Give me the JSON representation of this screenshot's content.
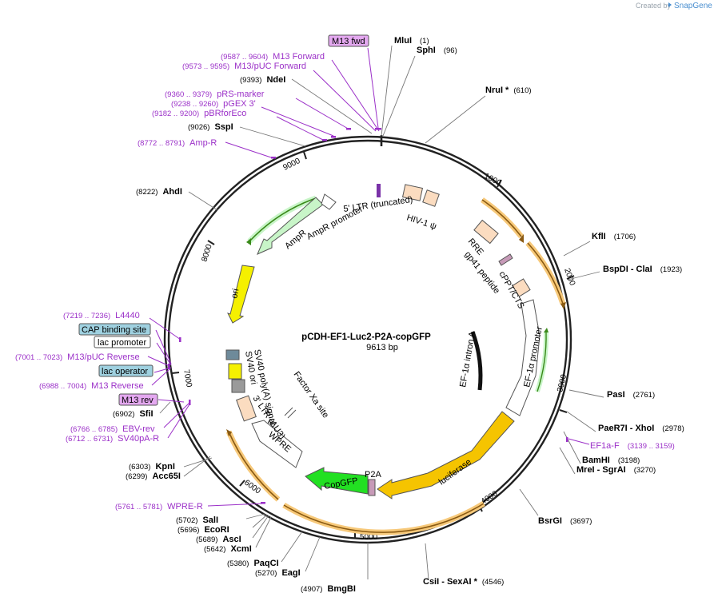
{
  "credit": {
    "label": "Created by",
    "brand": "SnapGene"
  },
  "plasmid": {
    "name": "pCDH-EF1-Luc2-P2A-copGFP",
    "length_label": "9613 bp"
  },
  "ticks": [
    "1000",
    "2000",
    "3000",
    "4000",
    "5000",
    "6000",
    "7000",
    "8000",
    "9000"
  ],
  "sites": [
    {
      "name": "MluI",
      "pos": "(1)"
    },
    {
      "name": "SphI",
      "pos": "(96)"
    },
    {
      "name": "NruI *",
      "pos": "(610)"
    },
    {
      "name": "KflI",
      "pos": "(1706)"
    },
    {
      "name": "BspDI  - ClaI",
      "pos": "(1923)"
    },
    {
      "name": "PasI",
      "pos": "(2761)"
    },
    {
      "name": "PaeR7I  - XhoI",
      "pos": "(2978)"
    },
    {
      "name": "BamHI",
      "pos": "(3198)"
    },
    {
      "name": "MreI  - SgrAI",
      "pos": "(3270)"
    },
    {
      "name": "BsrGI",
      "pos": "(3697)"
    },
    {
      "name": "CsiI  - SexAI *",
      "pos": "(4546)"
    },
    {
      "name": "BmgBI",
      "pos": "(4907)"
    },
    {
      "name": "EagI",
      "pos": "(5270)"
    },
    {
      "name": "PaqCI",
      "pos": "(5380)"
    },
    {
      "name": "XcmI",
      "pos": "(5642)"
    },
    {
      "name": "AscI",
      "pos": "(5689)"
    },
    {
      "name": "EcoRI",
      "pos": "(5696)"
    },
    {
      "name": "SalI",
      "pos": "(5702)"
    },
    {
      "name": "Acc65I",
      "pos": "(6299)"
    },
    {
      "name": "KpnI",
      "pos": "(6303)"
    },
    {
      "name": "SfiI",
      "pos": "(6902)"
    },
    {
      "name": "AhdI",
      "pos": "(8222)"
    },
    {
      "name": "SspI",
      "pos": "(9026)"
    },
    {
      "name": "NdeI",
      "pos": "(9393)"
    }
  ],
  "primers": [
    {
      "name": "M13 Forward",
      "pos": "(9587 .. 9604)"
    },
    {
      "name": "M13/pUC Forward",
      "pos": "(9573 .. 9595)"
    },
    {
      "name": "pRS-marker",
      "pos": "(9360 .. 9379)"
    },
    {
      "name": "pGEX 3'",
      "pos": "(9238 .. 9260)"
    },
    {
      "name": "pBRforEco",
      "pos": "(9182 .. 9200)"
    },
    {
      "name": "Amp-R",
      "pos": "(8772 .. 8791)"
    },
    {
      "name": "L4440",
      "pos": "(7219 .. 7236)"
    },
    {
      "name": "M13/pUC Reverse",
      "pos": "(7001 .. 7023)"
    },
    {
      "name": "M13 Reverse",
      "pos": "(6988 .. 7004)"
    },
    {
      "name": "EBV-rev",
      "pos": "(6766 .. 6785)"
    },
    {
      "name": "SV40pA-R",
      "pos": "(6712 .. 6731)"
    },
    {
      "name": "WPRE-R",
      "pos": "(5761 .. 5781)"
    },
    {
      "name": "EF1a-F",
      "pos": "(3139 .. 3159)"
    }
  ],
  "boxed": [
    {
      "name": "M13 fwd",
      "color": "#e4a8f0"
    },
    {
      "name": "CAP binding site",
      "color": "#9fd1e0"
    },
    {
      "name": "lac promoter",
      "color": "#ffffff"
    },
    {
      "name": "lac operator",
      "color": "#9fd1e0"
    },
    {
      "name": "M13 rev",
      "color": "#e4a8f0"
    }
  ],
  "features": [
    {
      "name": "5' LTR (truncated)"
    },
    {
      "name": "HIV-1 ψ"
    },
    {
      "name": "RRE"
    },
    {
      "name": "gp41 peptide"
    },
    {
      "name": "cPPT/CTS"
    },
    {
      "name": "EF-1α promoter"
    },
    {
      "name": "EF-1α intron A"
    },
    {
      "name": "luciferase"
    },
    {
      "name": "P2A"
    },
    {
      "name": "CopGFP"
    },
    {
      "name": "WPRE"
    },
    {
      "name": "3' LTR (ΔU3)"
    },
    {
      "name": "Factor Xa site"
    },
    {
      "name": "SV40 poly(A) signal"
    },
    {
      "name": "SV40 ori"
    },
    {
      "name": "ori"
    },
    {
      "name": "AmpR"
    },
    {
      "name": "AmpR promoter"
    }
  ],
  "colors": {
    "backbone": "#222222",
    "primer": "#9b30c8",
    "orf_outline": "#f7c97a",
    "ltr": "#fbdcc0",
    "luciferase": "#f5c400",
    "copgfp": "#22e022",
    "ampr": "#c8f5c8",
    "ori": "#f5f000"
  }
}
